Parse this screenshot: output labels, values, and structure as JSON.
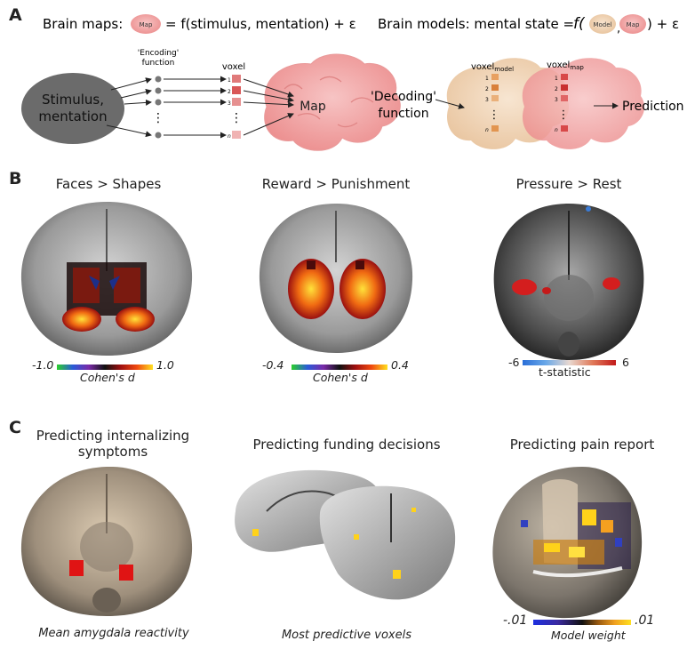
{
  "panel_a": {
    "letter": "A",
    "brain_maps_eq": {
      "prefix": "Brain maps:",
      "map_token": "Map",
      "rhs": "= f(stimulus, mentation) + ε"
    },
    "brain_models_eq": {
      "prefix": "Brain models: mental state =",
      "model_token": "Model",
      "map_token": "Map",
      "suffix": ") + ε"
    },
    "stimulus_label": "Stimulus, mentation",
    "encoding_label": "'Encoding' function",
    "voxel_label": "voxel",
    "voxel_indices": [
      "1",
      "2",
      "3",
      "n"
    ],
    "map_label": "Map",
    "voxel_model_label": "voxel",
    "voxel_model_sub": "model",
    "voxel_map_label": "voxel",
    "voxel_map_sub": "map",
    "decoding_label": "'Decoding' function",
    "prediction_label": "Prediction"
  },
  "panel_b": {
    "letter": "B",
    "maps": [
      {
        "title": "Faces > Shapes",
        "cbar_min": "-1.0",
        "cbar_max": "1.0",
        "cbar_label": "Cohen's d"
      },
      {
        "title": "Reward > Punishment",
        "cbar_min": "-0.4",
        "cbar_max": "0.4",
        "cbar_label": "Cohen's d"
      },
      {
        "title": "Pressure > Rest",
        "cbar_min": "-6",
        "cbar_max": "6",
        "cbar_label": "t-statistic"
      }
    ]
  },
  "panel_c": {
    "letter": "C",
    "items": [
      {
        "title_line1": "Predicting internalizing",
        "title_line2": "symptoms",
        "caption": "Mean amygdala reactivity"
      },
      {
        "title_line1": "Predicting funding decisions",
        "caption": "Most predictive voxels"
      },
      {
        "title_line1": "Predicting pain report",
        "cbar_min": "-.01",
        "cbar_max": ".01",
        "cbar_label": "Model weight"
      }
    ]
  },
  "colors": {
    "brain_pink": "#f2a0a0",
    "brain_beige": "#efd2b4",
    "stimulus_gray": "#6b6b6b",
    "activation_red": "#d01818",
    "activation_yellow": "#ffd21a"
  }
}
